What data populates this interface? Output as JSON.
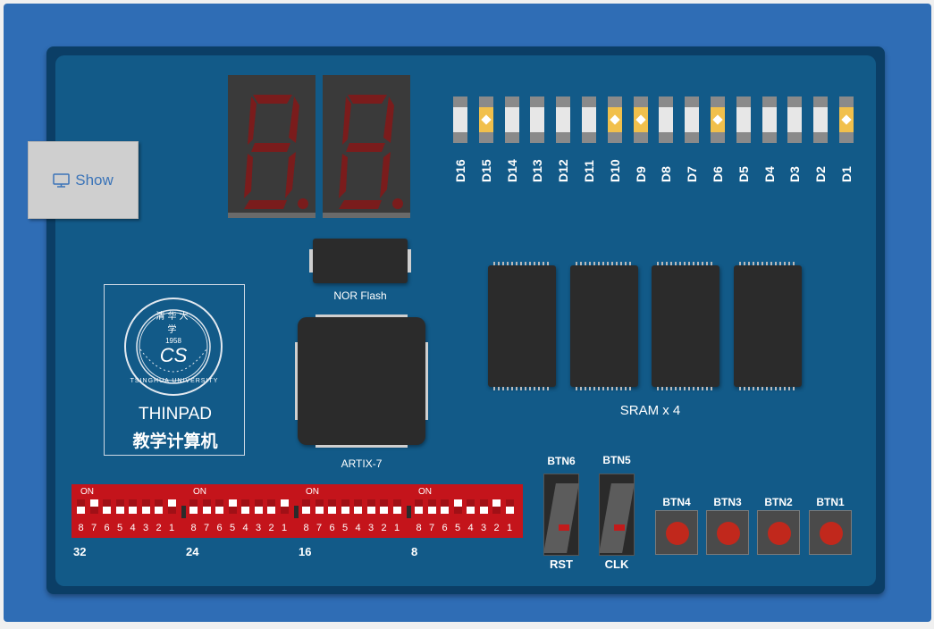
{
  "show_button": {
    "label": "Show",
    "icon": "monitor-icon"
  },
  "seven_segment": {
    "digits": [
      {
        "segments_lit": [],
        "dp_lit": false
      },
      {
        "segments_lit": [],
        "dp_lit": false
      }
    ],
    "segment_off_color": "#7a1c1c"
  },
  "leds": [
    {
      "label": "D16",
      "on": false
    },
    {
      "label": "D15",
      "on": true
    },
    {
      "label": "D14",
      "on": false
    },
    {
      "label": "D13",
      "on": false
    },
    {
      "label": "D12",
      "on": false
    },
    {
      "label": "D11",
      "on": false
    },
    {
      "label": "D10",
      "on": true
    },
    {
      "label": "D9",
      "on": true
    },
    {
      "label": "D8",
      "on": false
    },
    {
      "label": "D7",
      "on": false
    },
    {
      "label": "D6",
      "on": true
    },
    {
      "label": "D5",
      "on": false
    },
    {
      "label": "D4",
      "on": false
    },
    {
      "label": "D3",
      "on": false
    },
    {
      "label": "D2",
      "on": false
    },
    {
      "label": "D1",
      "on": true
    }
  ],
  "nor_flash": {
    "label": "NOR Flash"
  },
  "fpga": {
    "label": "ARTIX-7"
  },
  "sram": {
    "label": "SRAM x 4",
    "chip_count": 4
  },
  "logo": {
    "title": "THINPAD",
    "subtitle": "教学计算机",
    "seal_upper": "清华大学",
    "seal_ring": "TSINGHUA UNIVERSITY",
    "seal_year": "1958",
    "seal_letters": "CS"
  },
  "dip_switches": [
    {
      "index_label": "32",
      "on_label": "ON",
      "numbers": [
        "8",
        "7",
        "6",
        "5",
        "4",
        "3",
        "2",
        "1"
      ],
      "states": [
        0,
        1,
        0,
        0,
        0,
        0,
        0,
        1
      ]
    },
    {
      "index_label": "24",
      "on_label": "ON",
      "numbers": [
        "8",
        "7",
        "6",
        "5",
        "4",
        "3",
        "2",
        "1"
      ],
      "states": [
        0,
        0,
        0,
        1,
        0,
        0,
        0,
        1
      ]
    },
    {
      "index_label": "16",
      "on_label": "ON",
      "numbers": [
        "8",
        "7",
        "6",
        "5",
        "4",
        "3",
        "2",
        "1"
      ],
      "states": [
        0,
        0,
        0,
        0,
        0,
        0,
        0,
        0
      ]
    },
    {
      "index_label": "8",
      "on_label": "ON",
      "numbers": [
        "8",
        "7",
        "6",
        "5",
        "4",
        "3",
        "2",
        "1"
      ],
      "states": [
        0,
        0,
        0,
        1,
        0,
        0,
        1,
        0
      ]
    }
  ],
  "slide_buttons": [
    {
      "top_label": "BTN6",
      "bottom_label": "RST"
    },
    {
      "top_label": "BTN5",
      "bottom_label": "CLK"
    }
  ],
  "push_buttons": [
    {
      "label": "BTN4"
    },
    {
      "label": "BTN3"
    },
    {
      "label": "BTN2"
    },
    {
      "label": "BTN1"
    }
  ],
  "colors": {
    "page_background": "#2f6db5",
    "board": "#125a88",
    "led_on": "#f1c04c",
    "dip_body": "#c4141b",
    "button_cap": "#c1281c"
  }
}
